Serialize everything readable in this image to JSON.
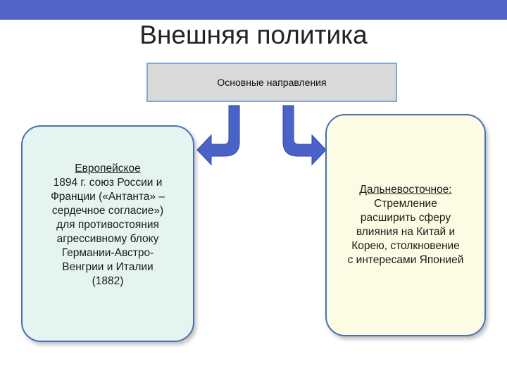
{
  "title": "Внешняя политика",
  "root": {
    "label": "Основные направления"
  },
  "left_card": {
    "heading": "Европейское",
    "lines": [
      "1894 г. союз России и",
      "Франции («Антанта» –",
      "сердечное согласие»)",
      "для противостояния",
      "агрессивному блоку",
      "Германии-Австро-",
      "Венгрии и Италии",
      "(1882)"
    ]
  },
  "right_card": {
    "heading": "Дальневосточное:",
    "lines": [
      "Стремление",
      "расширить сферу",
      "влияния на Китай и",
      "Корею, столкновение",
      "с интересами Японией"
    ]
  },
  "colors": {
    "band": "#5164c9",
    "arrow": "#4b63c8",
    "card_border": "#4a6fb8",
    "left_card_fill": "#e4f5f1",
    "right_card_fill": "#fcfce4",
    "root_fill": "#d9d9d9"
  }
}
